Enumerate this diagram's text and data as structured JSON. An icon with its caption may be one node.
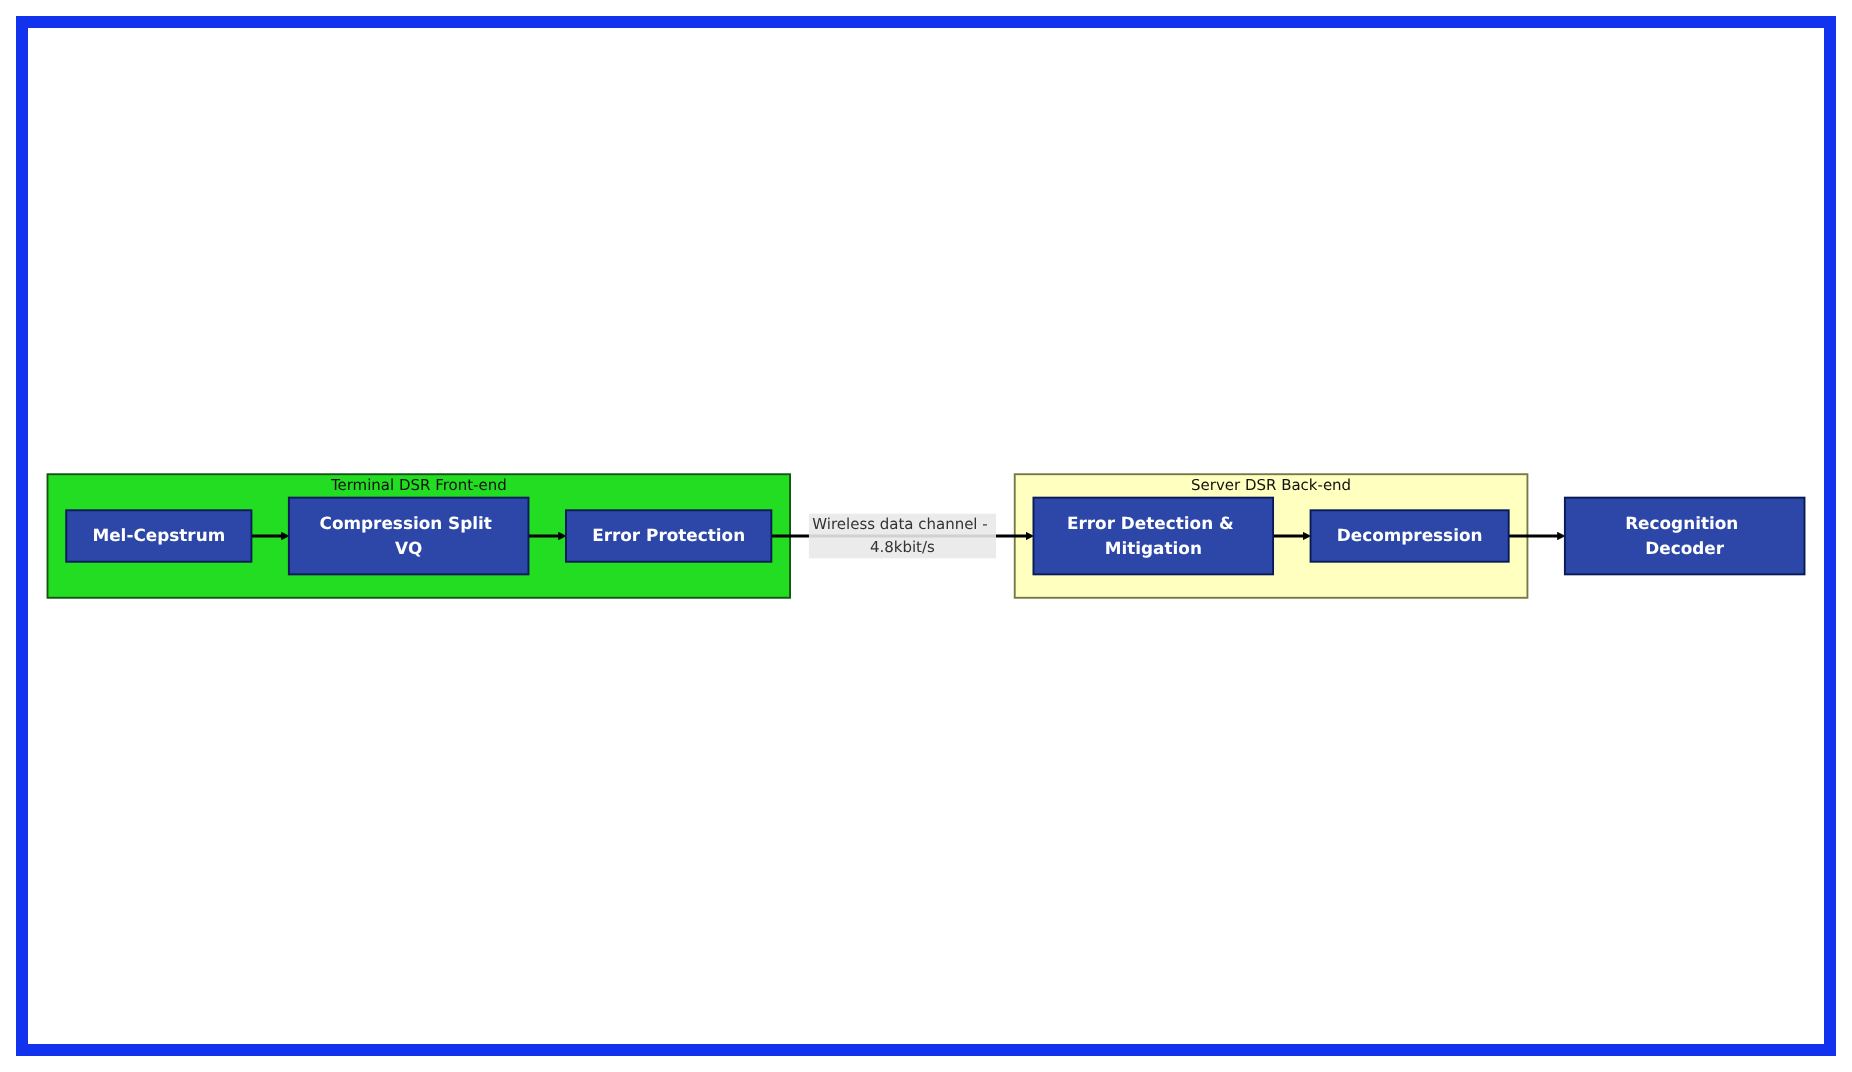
{
  "diagram": {
    "nodes": [
      {
        "text": [
          "Terminal DSR Front-end"
        ]
      },
      {
        "text": [
          "Mel-Cepstrum"
        ],
        "in": 0
      },
      {
        "text": [
          "Compression Split VQ"
        ],
        "in": 0
      },
      {
        "text": [
          "Error Protection"
        ],
        "in": 0
      },
      {
        "text": [
          "Server DSR Back-end"
        ]
      },
      {
        "text": [
          "Error Detection & Mitigation"
        ],
        "in": 4
      },
      {
        "text": [
          "Decompression"
        ],
        "in": 4
      },
      {
        "text": [
          "Recognition Decoder"
        ]
      }
    ],
    "edges": [
      {
        "from": 1,
        "to": 2,
        "arrow": "to"
      },
      {
        "from": 2,
        "to": 3,
        "arrow": "to"
      },
      {
        "from": 3,
        "to": 5,
        "arrow": "to",
        "label": "Wireless data channel - 4.8kbit/s"
      },
      {
        "from": 5,
        "to": 6,
        "arrow": "to"
      },
      {
        "from": 6,
        "to": 7,
        "arrow": "to"
      }
    ]
  }
}
